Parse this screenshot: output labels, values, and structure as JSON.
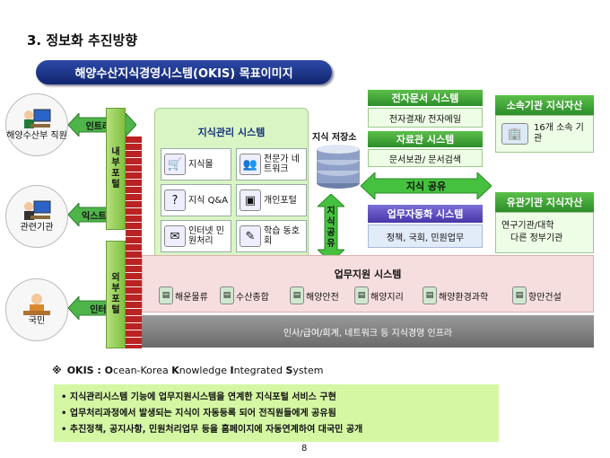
{
  "section_title": "3. 정보화 추진방향",
  "banner": "해양수산지식경영시스템(OKIS) 목표이미지",
  "users": [
    {
      "label": "해양수산부 직원",
      "icon": "office-worker-icon"
    },
    {
      "label": "관련기관",
      "icon": "agency-worker-icon"
    },
    {
      "label": "국민",
      "icon": "citizen-icon"
    }
  ],
  "networks": {
    "intranet": "인트라넷",
    "extranet": "익스트라넷",
    "internet": "인터넷"
  },
  "portals": {
    "internal": "내 부 포 털",
    "external": "외 부 포 털"
  },
  "knowledge_system": {
    "title": "지식관리 시스템",
    "items": [
      {
        "label": "지식몰",
        "icon": "cart-icon"
      },
      {
        "label": "전문가 네트워크",
        "icon": "expert-icon"
      },
      {
        "label": "지식 Q&A",
        "icon": "qa-icon"
      },
      {
        "label": "개인포털",
        "icon": "portal-icon"
      },
      {
        "label": "인터넷 민원처리",
        "icon": "petition-icon"
      },
      {
        "label": "학습 동호회",
        "icon": "study-icon"
      }
    ]
  },
  "knowledge_store": "지식 저장소",
  "knowledge_share_v": "지 식 공 유",
  "knowledge_share_h": "지식 공유",
  "edoc": {
    "title": "전자문서 시스템",
    "content": "전자결재/ 전자메일"
  },
  "archive": {
    "title": "자료관 시스템",
    "content": "문서보관/ 문서검색"
  },
  "automation": {
    "title": "업무자동화 시스템",
    "content": "정책, 국회, 민원업무"
  },
  "affiliated": {
    "title": "소속기관 지식자산",
    "content": "16개 소속 기관"
  },
  "related": {
    "title": "유관기관 지식자산",
    "line1": "연구기관/대학",
    "line2": "다른 정부기관"
  },
  "business_support": {
    "title": "업무지원 시스템",
    "items": [
      "해운물류",
      "수산종합",
      "해양안전",
      "해양지리",
      "해양환경과학",
      "항만건설"
    ]
  },
  "infra": "인사/급여/회계, 네트워크 등 지식경영 인프라",
  "okis": {
    "mark": "※",
    "label": "OKIS : ",
    "parts": [
      {
        "cap": "O",
        "rest": "cean-Korea "
      },
      {
        "cap": "K",
        "rest": "nowledge "
      },
      {
        "cap": "I",
        "rest": "ntegrated "
      },
      {
        "cap": "S",
        "rest": "ystem"
      }
    ]
  },
  "bullets": [
    "지식관리시스템 기능에 업무지원시스템을 연계한 지식포털 서비스 구현",
    "업무처리과정에서 발생되는 지식이  자동등록 되어 전직원들에게 공유됨",
    "추진정책, 공지사항, 민원처리업무 등을 홈페이지에 자동연계하여 대국민 공개"
  ],
  "page_number": "8",
  "colors": {
    "banner": "#1d3487",
    "wall": "#b22222",
    "green_panel": "#d9f5c4",
    "business": "#f7dede",
    "infra": "#7a7a7a",
    "bullet_bg": "#d5f7a4"
  }
}
